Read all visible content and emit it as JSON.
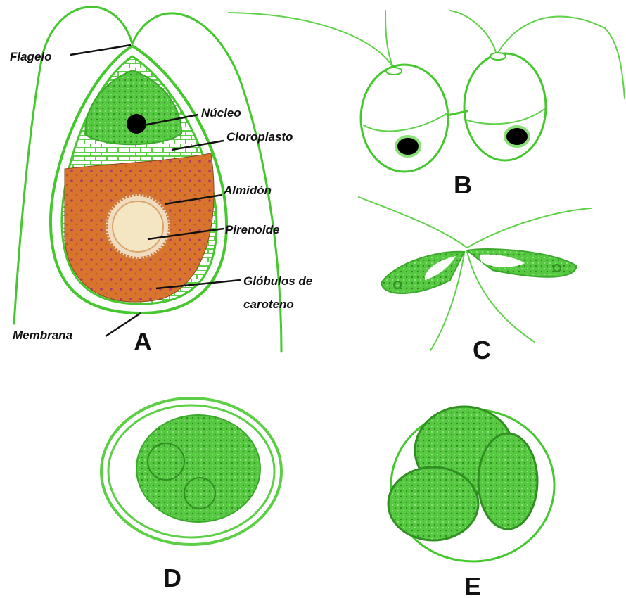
{
  "labels": {
    "flagelo": "Flagelo",
    "nucleo": "Núcleo",
    "cloroplasto": "Cloroplasto",
    "almidon": "Almidón",
    "pirenoide": "Pirenoide",
    "globulos_line1": "Glóbulos de",
    "globulos_line2": "caroteno",
    "membrana": "Membrana"
  },
  "panels": {
    "a": "A",
    "b": "B",
    "c": "C",
    "d": "D",
    "e": "E"
  },
  "colors": {
    "green_outline": "#45c72e",
    "green_fill": "#5ccf46",
    "green_dark": "#2f9f22",
    "orange_starch": "#d9742f",
    "pyrenoid_core": "#f4e6c3",
    "nucleus": "#000000"
  }
}
